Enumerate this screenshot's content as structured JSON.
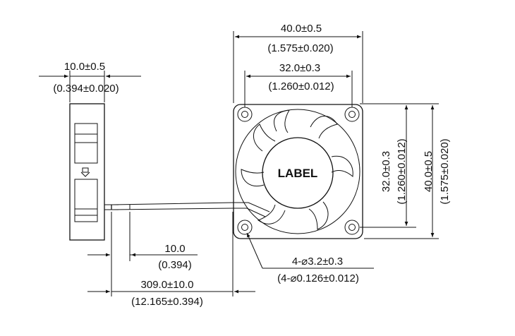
{
  "top": {
    "outer_width": "40.0±0.5",
    "outer_width_in": "(1.575±0.020)",
    "hole_spacing": "32.0±0.3",
    "hole_spacing_in": "(1.260±0.012)"
  },
  "side": {
    "outer_height": "40.0±0.5",
    "outer_height_in": "(1.575±0.020)",
    "hole_spacing": "32.0±0.3",
    "hole_spacing_in": "(1.260±0.012)"
  },
  "thickness": {
    "value": "10.0±0.5",
    "value_in": "(0.394±0.020)"
  },
  "strip": {
    "value": "10.0",
    "value_in": "(0.394)"
  },
  "lead": {
    "value": "309.0±10.0",
    "value_in": "(12.165±0.394)"
  },
  "holes": {
    "value": "4-⌀3.2±0.3",
    "value_in": "(4-⌀0.126±0.012)"
  },
  "hub_label": "LABEL"
}
